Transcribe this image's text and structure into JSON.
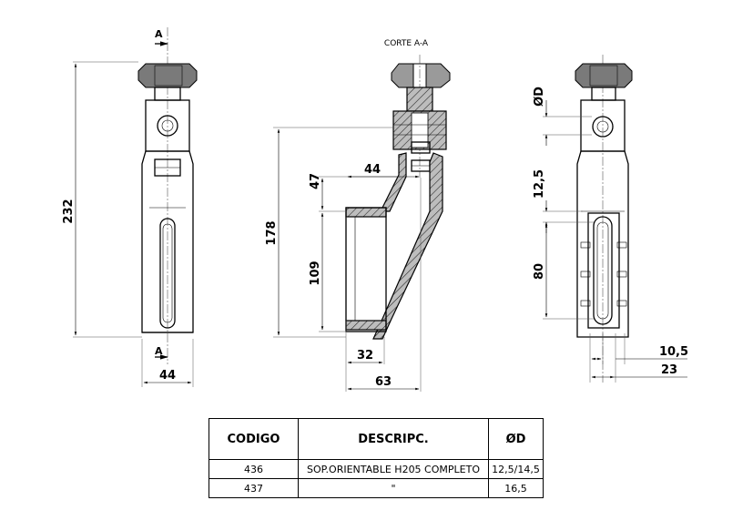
{
  "views": {
    "front": {
      "section_label_top": "A",
      "section_label_bottom": "A",
      "dim_height": "232",
      "dim_width": "44"
    },
    "section": {
      "title": "CORTE A-A",
      "dim_178": "178",
      "dim_47": "47",
      "dim_109": "109",
      "dim_44": "44",
      "dim_32": "32",
      "dim_63": "63"
    },
    "side": {
      "dim_diameter": "ØD",
      "dim_12_5": "12,5",
      "dim_80": "80",
      "dim_10_5": "10,5",
      "dim_23": "23"
    }
  },
  "table": {
    "headers": [
      "CODIGO",
      "DESCRIPC.",
      "ØD"
    ],
    "rows": [
      [
        "436",
        "SOP.ORIENTABLE H205 COMPLETO",
        "12,5/14,5"
      ],
      [
        "437",
        "\"",
        "16,5"
      ]
    ]
  }
}
